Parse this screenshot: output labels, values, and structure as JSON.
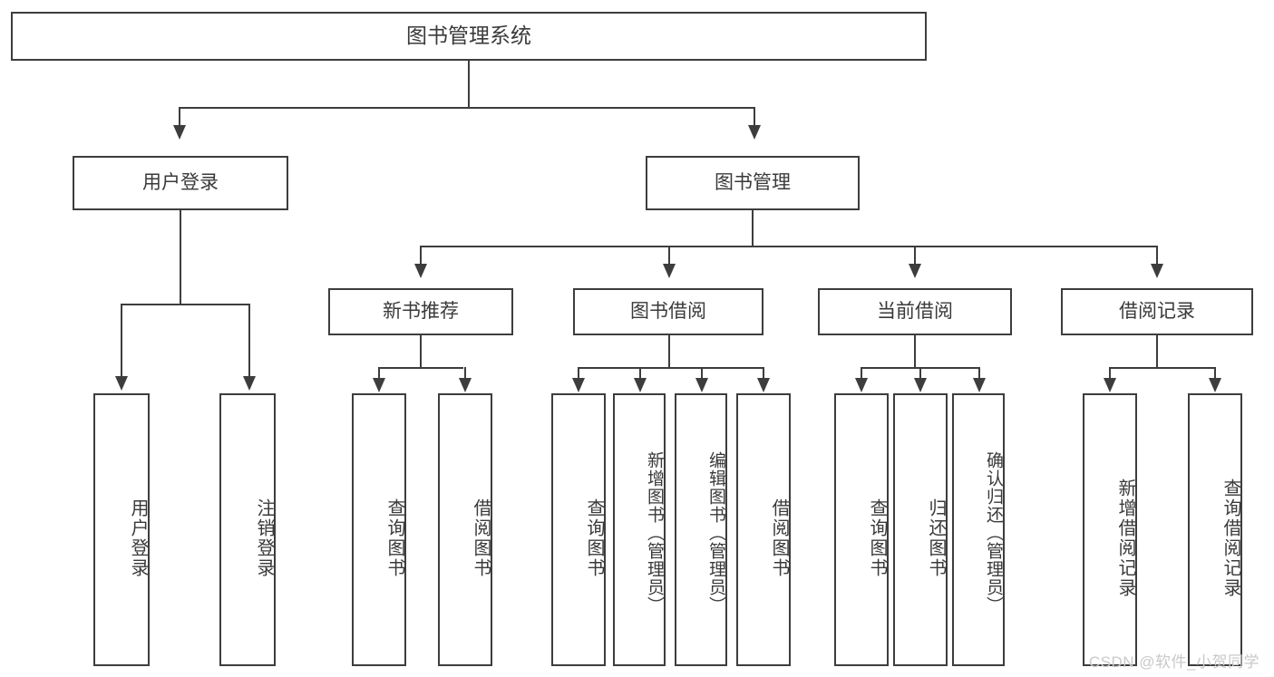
{
  "diagram": {
    "title": "图书管理系统",
    "watermark": "CSDN @软件_小贺同学",
    "colors": {
      "box_border": "#3d3d3d",
      "box_fill": "#ffffff",
      "text": "#3a3a3a",
      "connector": "#3d3d3d",
      "watermark": "#c9c9c9"
    },
    "root": {
      "label": "图书管理系统"
    },
    "level2": [
      {
        "label": "用户登录"
      },
      {
        "label": "图书管理"
      }
    ],
    "level3": [
      {
        "label": "新书推荐"
      },
      {
        "label": "图书借阅"
      },
      {
        "label": "当前借阅"
      },
      {
        "label": "借阅记录"
      }
    ],
    "leaves": {
      "user_login": [
        {
          "label": "用户登录"
        },
        {
          "label": "注销登录"
        }
      ],
      "new_book_recommend": [
        {
          "label": "查询图书"
        },
        {
          "label": "借阅图书"
        }
      ],
      "book_borrow": [
        {
          "label": "查询图书"
        },
        {
          "label": "新增图书（管理员）"
        },
        {
          "label": "编辑图书（管理员）"
        },
        {
          "label": "借阅图书"
        }
      ],
      "current_borrow": [
        {
          "label": "查询图书"
        },
        {
          "label": "归还图书"
        },
        {
          "label": "确认归还（管理员）"
        }
      ],
      "borrow_record": [
        {
          "label": "新增借阅记录"
        },
        {
          "label": "查询借阅记录"
        }
      ]
    }
  }
}
